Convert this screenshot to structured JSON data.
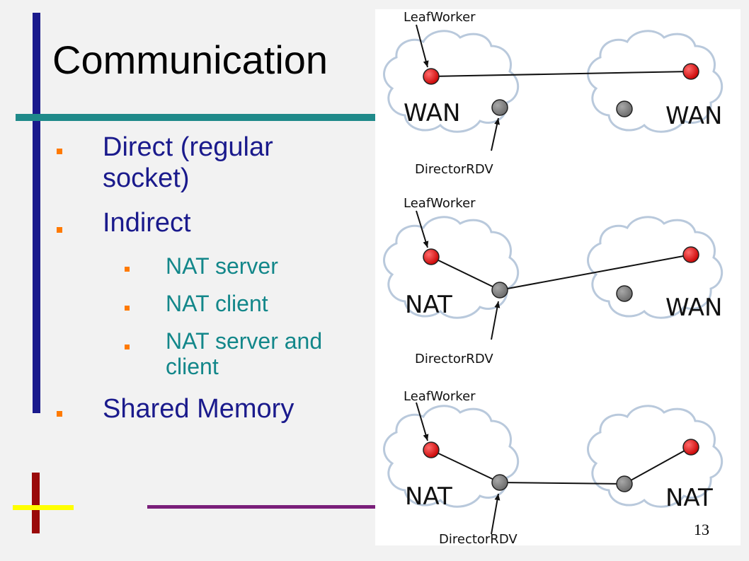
{
  "slide": {
    "title": "Communication",
    "page_number": "13",
    "bullets": [
      {
        "text": "Direct (regular socket)",
        "level": 1,
        "lines": [
          "Direct (regular",
          "socket)"
        ]
      },
      {
        "text": "Indirect",
        "level": 1
      },
      {
        "text": "NAT server",
        "level": 2
      },
      {
        "text": "NAT client",
        "level": 2
      },
      {
        "text": "NAT server and client",
        "level": 2,
        "lines": [
          "NAT server and",
          "client"
        ]
      },
      {
        "text": "Shared Memory",
        "level": 1
      }
    ]
  },
  "diagram": {
    "panels": [
      {
        "left_cloud": "WAN",
        "right_cloud": "WAN",
        "leaf_label": "LeafWorker",
        "director_label": "DirectorRDV"
      },
      {
        "left_cloud": "NAT",
        "right_cloud": "WAN",
        "leaf_label": "LeafWorker",
        "director_label": "DirectorRDV"
      },
      {
        "left_cloud": "NAT",
        "right_cloud": "NAT",
        "leaf_label": "LeafWorker",
        "director_label": "DirectorRDV"
      }
    ]
  },
  "colors": {
    "title_text": "#000000",
    "level1_text": "#1a1a8c",
    "level2_text": "#13878a",
    "bullet": "#ff7a00",
    "vertical_bar": "#1a1a8c",
    "horizontal_bar": "#1f8a8a",
    "bottom_bar": "#7a1f7a",
    "corner_red": "#9a0a0a",
    "corner_yellow": "#ffff00",
    "node_red": "#dd1111",
    "node_gray": "#7a7a7a",
    "cloud_stroke": "#b9c9dc"
  }
}
